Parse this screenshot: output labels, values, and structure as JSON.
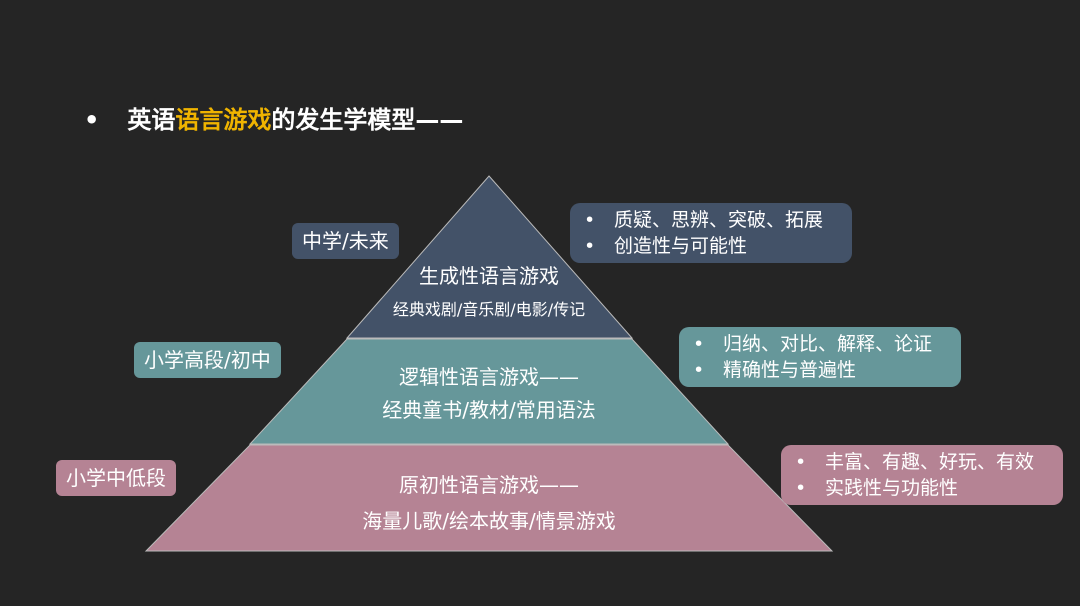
{
  "title": {
    "bullet": "•",
    "prefix": "英语",
    "highlight": "语言游戏",
    "suffix": "的发生学模型——"
  },
  "colors": {
    "background": "#252525",
    "top": "#435268",
    "middle": "#66979a",
    "bottom": "#b58394",
    "highlight": "#f0b400"
  },
  "layers": [
    {
      "name": "生成性语言游戏",
      "sub": "经典戏剧/音乐剧/电影/传记",
      "stage": "中学/未来",
      "points": [
        "质疑、思辨、突破、拓展",
        "创造性与可能性"
      ]
    },
    {
      "name": "逻辑性语言游戏——",
      "sub": "经典童书/教材/常用语法",
      "stage": "小学高段/初中",
      "points": [
        "归纳、对比、解释、论证",
        "精确性与普遍性"
      ]
    },
    {
      "name": "原初性语言游戏——",
      "sub": "海量儿歌/绘本故事/情景游戏",
      "stage": "小学中低段",
      "points": [
        "丰富、有趣、好玩、有效",
        "实践性与功能性"
      ]
    }
  ],
  "bullet": "•"
}
